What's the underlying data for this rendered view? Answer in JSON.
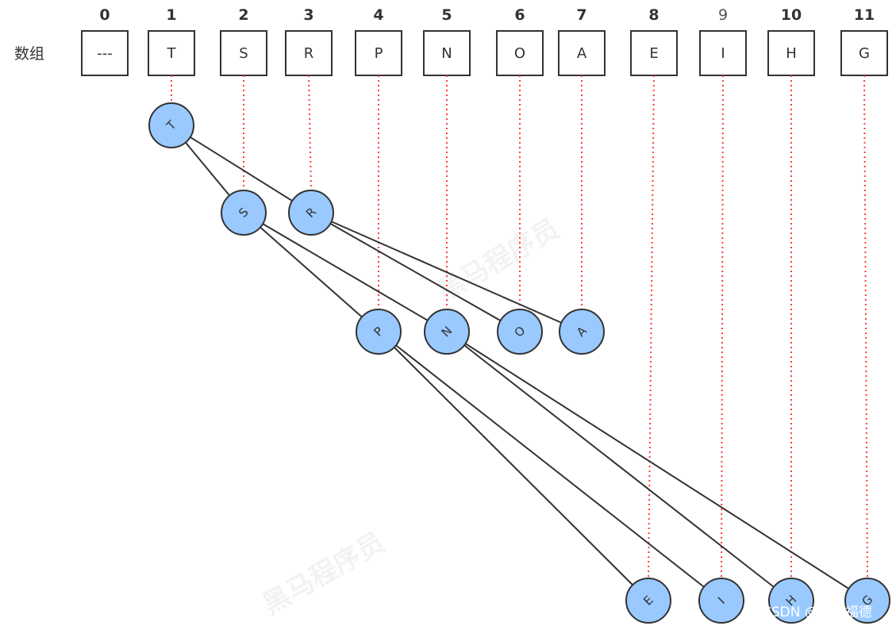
{
  "array_label": "数组",
  "cells": [
    {
      "index": "0",
      "value": "---"
    },
    {
      "index": "1",
      "value": "T"
    },
    {
      "index": "2",
      "value": "S"
    },
    {
      "index": "3",
      "value": "R"
    },
    {
      "index": "4",
      "value": "P"
    },
    {
      "index": "5",
      "value": "N"
    },
    {
      "index": "6",
      "value": "O"
    },
    {
      "index": "7",
      "value": "A"
    },
    {
      "index": "8",
      "value": "E"
    },
    {
      "index": "9",
      "value": "I"
    },
    {
      "index": "10",
      "value": "H"
    },
    {
      "index": "11",
      "value": "G"
    }
  ],
  "tree": {
    "nodes": [
      {
        "label": "T",
        "array_index": 1
      },
      {
        "label": "S",
        "array_index": 2
      },
      {
        "label": "R",
        "array_index": 3
      },
      {
        "label": "P",
        "array_index": 4
      },
      {
        "label": "N",
        "array_index": 5
      },
      {
        "label": "O",
        "array_index": 6
      },
      {
        "label": "A",
        "array_index": 7
      },
      {
        "label": "E",
        "array_index": 8
      },
      {
        "label": "I",
        "array_index": 9
      },
      {
        "label": "H",
        "array_index": 10
      },
      {
        "label": "G",
        "array_index": 11
      }
    ],
    "edges": [
      [
        "T",
        "S"
      ],
      [
        "T",
        "R"
      ],
      [
        "S",
        "P"
      ],
      [
        "S",
        "N"
      ],
      [
        "R",
        "O"
      ],
      [
        "R",
        "A"
      ],
      [
        "P",
        "E"
      ],
      [
        "P",
        "I"
      ],
      [
        "N",
        "H"
      ],
      [
        "N",
        "G"
      ]
    ]
  },
  "colors": {
    "node_fill": "#99c9ff",
    "connector": "#ff3b3b",
    "stroke": "#333333"
  },
  "watermark": "黑马程序员",
  "credit": "CSDN @斯沃福德"
}
